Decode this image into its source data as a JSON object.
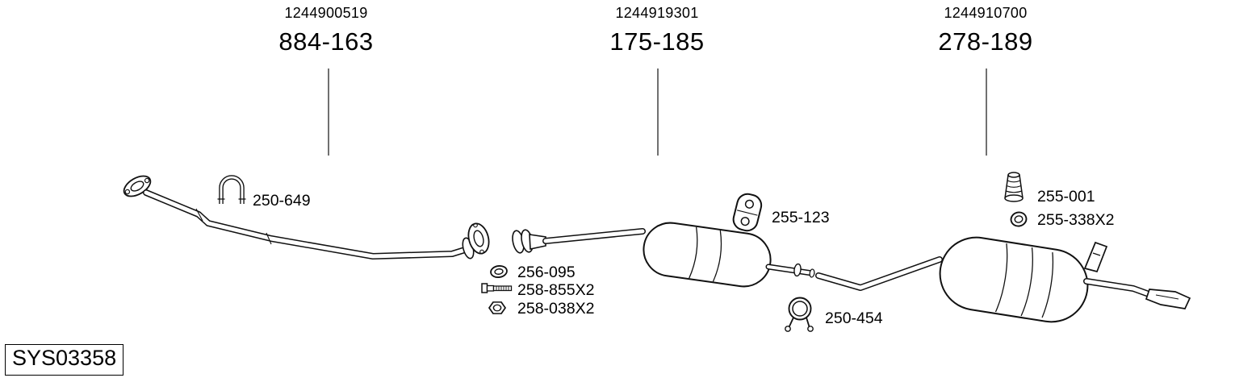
{
  "assemblies": [
    {
      "part_number": "1244900519",
      "code": "884-163"
    },
    {
      "part_number": "1244919301",
      "code": "175-185"
    },
    {
      "part_number": "1244910700",
      "code": "278-189"
    }
  ],
  "part_labels": [
    {
      "id": "front-clamp",
      "text": "250-649"
    },
    {
      "id": "gasket",
      "text": "256-095"
    },
    {
      "id": "bolt",
      "text": "258-855X2"
    },
    {
      "id": "nut",
      "text": "258-038X2"
    },
    {
      "id": "hanger",
      "text": "255-123"
    },
    {
      "id": "rear-clamp",
      "text": "250-454"
    },
    {
      "id": "buffer",
      "text": "255-001"
    },
    {
      "id": "seal-ring",
      "text": "255-338X2"
    }
  ],
  "system_id": "SYS03358",
  "icons": [
    "front-flange-icon",
    "front-pipe-icon",
    "u-bolt-icon",
    "flange-gasket-icon",
    "center-pipe-icon",
    "middle-muffler-icon",
    "hanger-rubber-icon",
    "gasket-ring-icon",
    "bolt-icon",
    "nut-icon",
    "omega-clamp-icon",
    "rear-pipe-icon",
    "rear-muffler-icon",
    "tailpipe-icon",
    "rubber-buffer-icon",
    "seal-ring-icon"
  ],
  "colors": {
    "line": "#111111",
    "text": "#000000",
    "background": "#ffffff"
  }
}
